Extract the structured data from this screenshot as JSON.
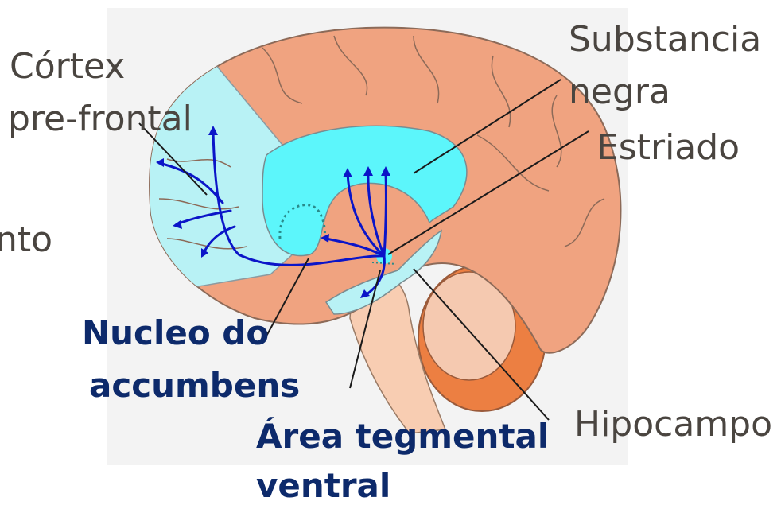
{
  "labels": {
    "cortex": [
      "Córtex",
      "pre-frontal"
    ],
    "cutoff": "nto",
    "substancia": [
      "Substancia",
      "negra"
    ],
    "estriado": "Estriado",
    "hipocampo": "Hipocampo",
    "nucleo": [
      "Nucleo do",
      "accumbens"
    ],
    "area": [
      "Área tegmental",
      "ventral"
    ]
  },
  "colors": {
    "brain": "#f0a380",
    "cortex_region": "#b8f2f5",
    "striatum": "#5cf6fb",
    "pathway": "#0b15c8",
    "cerebellum": "#ec7f42",
    "brainstem": "#f8cdb2",
    "label_gray": "#4a4540",
    "label_navy": "#0d2a6b"
  }
}
